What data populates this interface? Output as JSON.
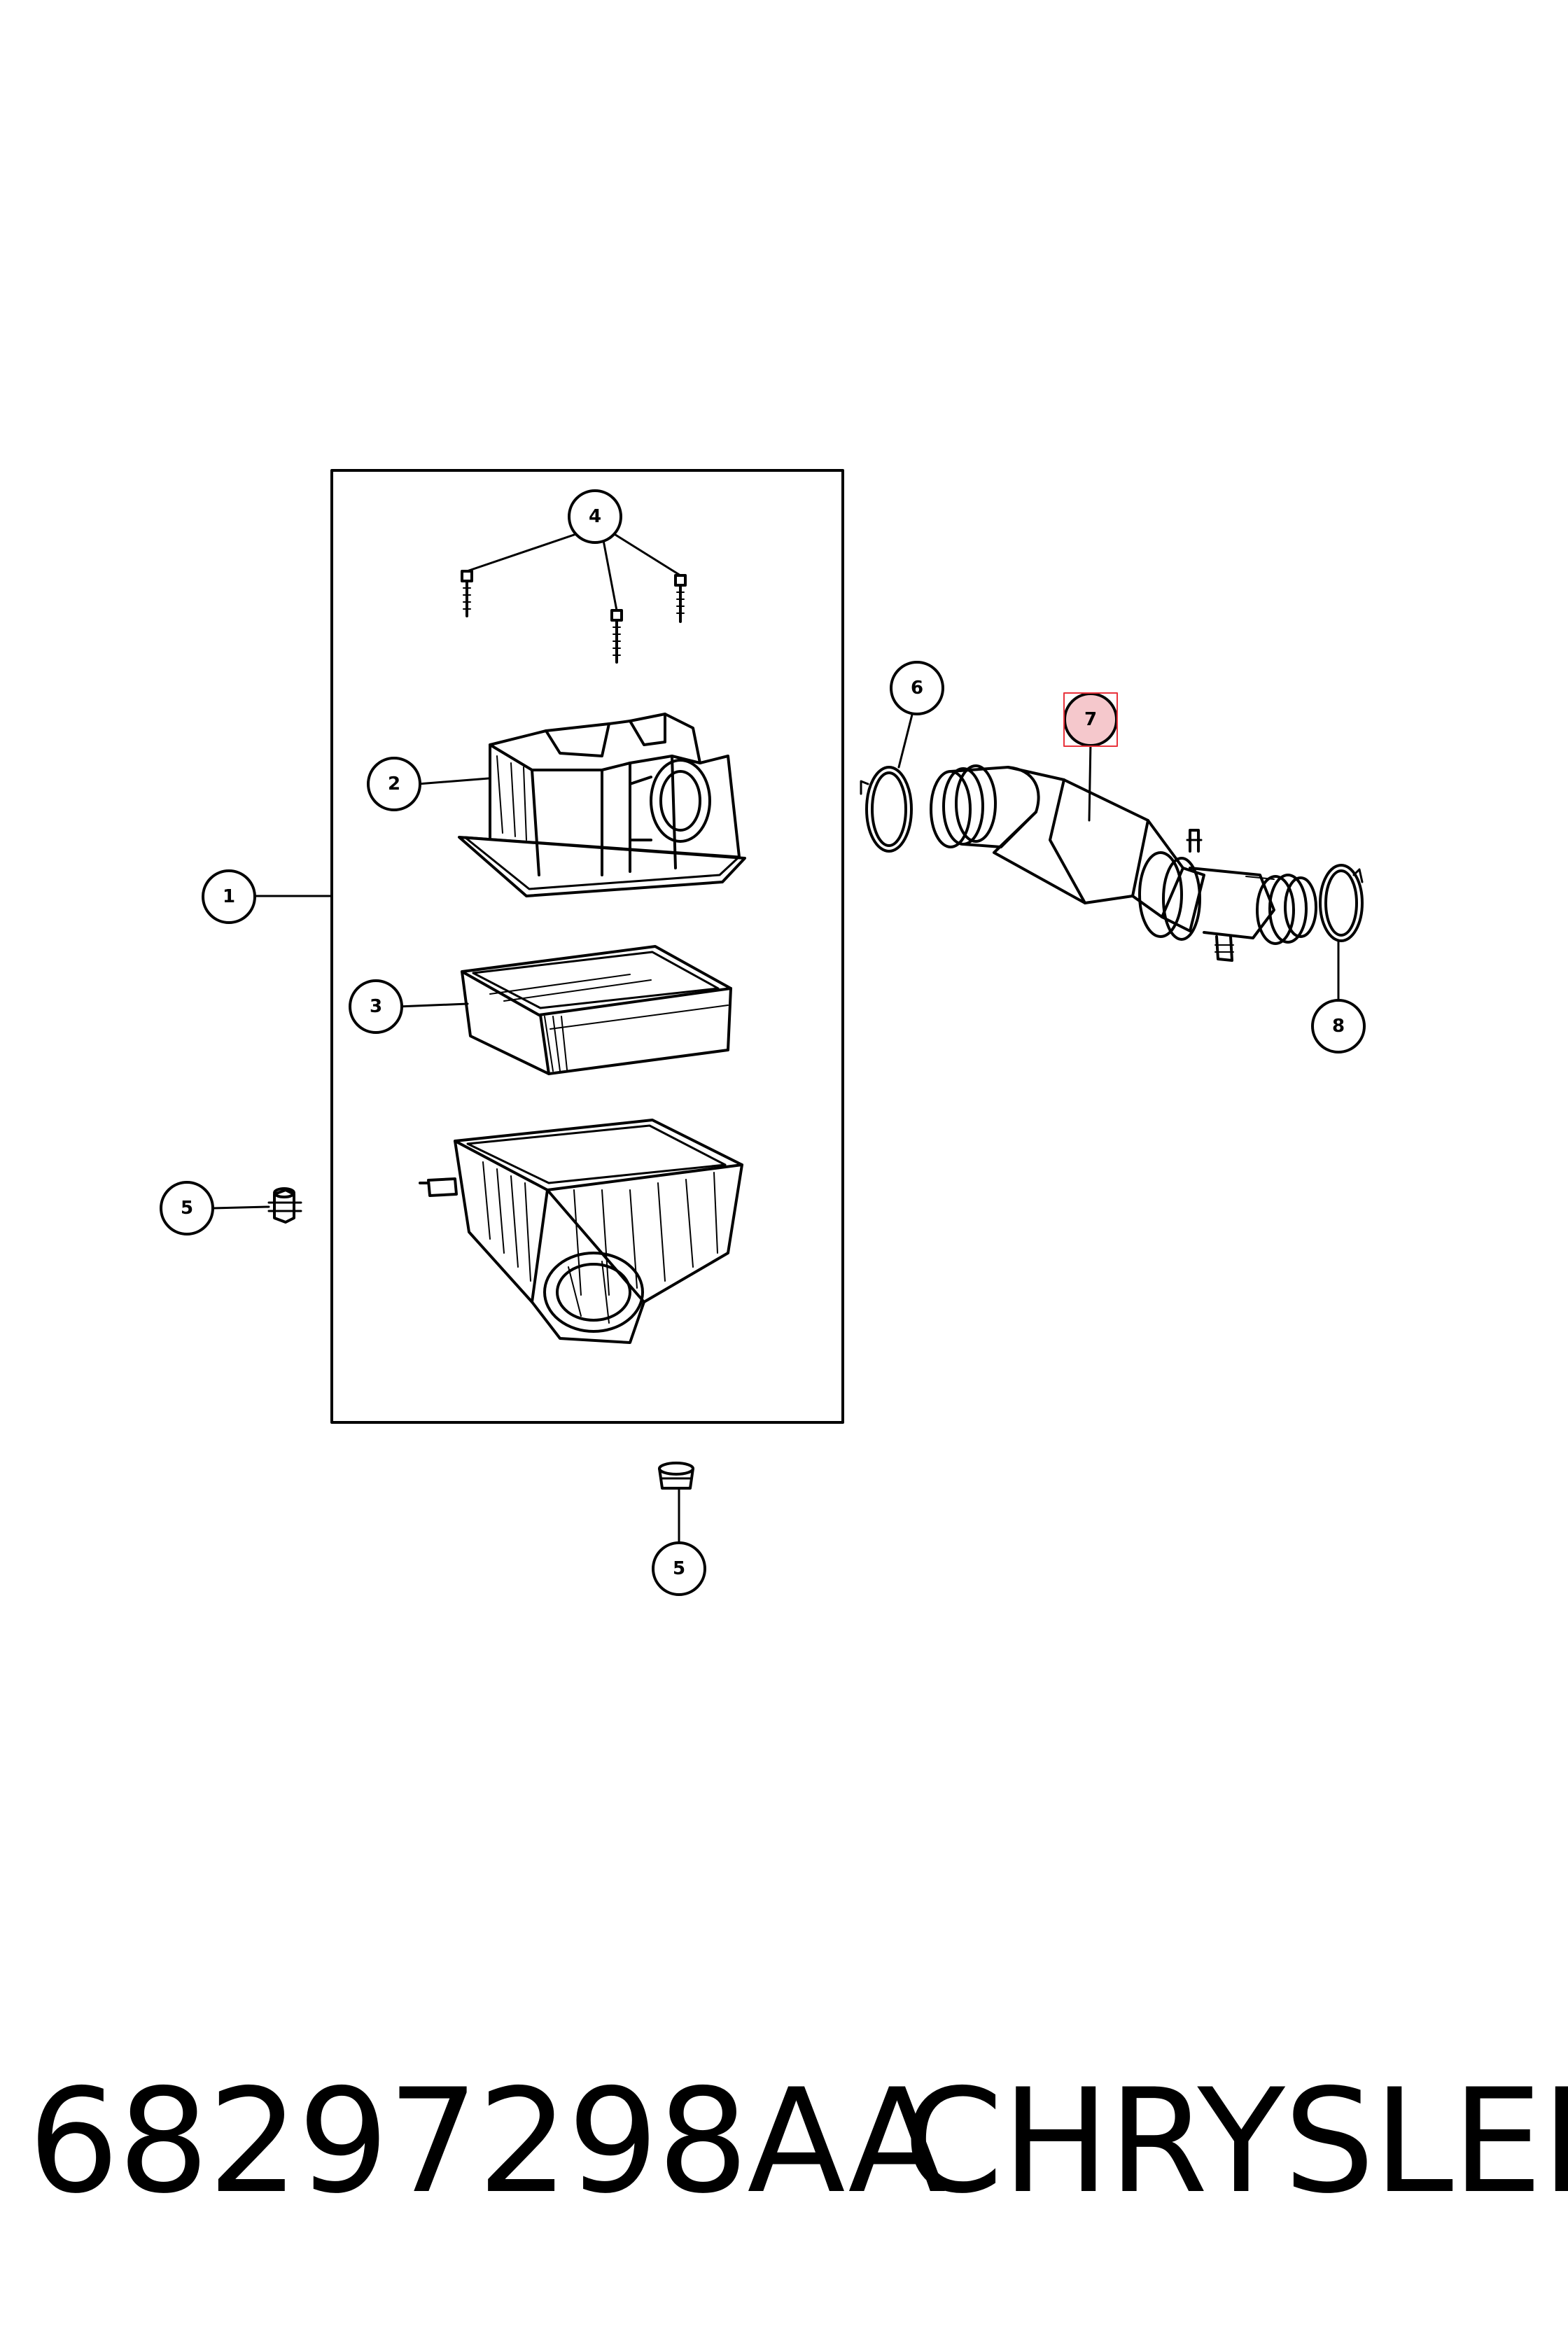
{
  "callouts": {
    "c1": "1",
    "c2": "2",
    "c3": "3",
    "c4": "4",
    "c5a": "5",
    "c5b": "5",
    "c6": "6",
    "c7": "7",
    "c8": "8"
  },
  "highlight_color": "#e8333c",
  "footer": {
    "part_number": "68297298AA",
    "brand": "CHRYSLER"
  }
}
